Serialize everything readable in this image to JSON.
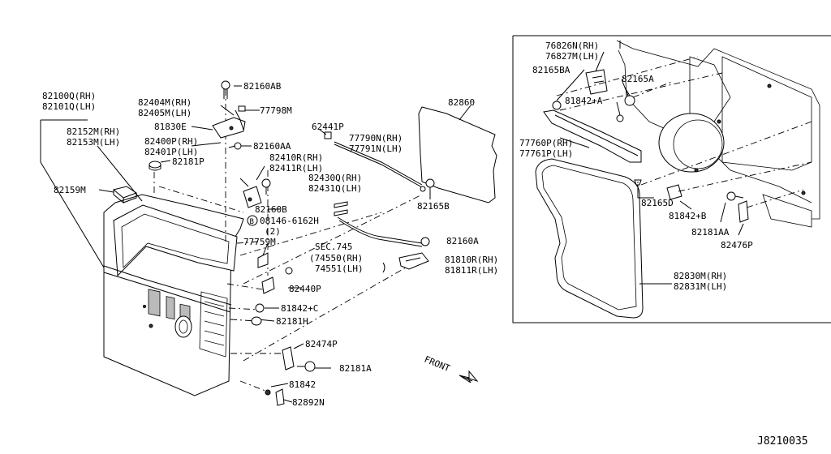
{
  "labels": {
    "p82100Q": "82100Q(RH)",
    "p82101Q": "82101Q(LH)",
    "p82152M": "82152M(RH)",
    "p82153M": "82153M(LH)",
    "p82159M": "82159M",
    "p82404M": "82404M(RH)",
    "p82405M": "82405M(LH)",
    "p81830E": "81830E",
    "p82400P": "82400P(RH)",
    "p82401P": "82401P(LH)",
    "p82181P": "82181P",
    "p82160AB": "82160AB",
    "p77798M": "77798M",
    "p82160AA": "82160AA",
    "p82410R": "82410R(RH)",
    "p82411R": "82411R(LH)",
    "p82160B": "82160B",
    "p08146": "08146-6162H",
    "p08146qty": "(2)",
    "p77759M": "77759M",
    "p62441P": "62441P",
    "p77790N": "77790N(RH)",
    "p77791N": "77791N(LH)",
    "p82860": "82860",
    "p82430Q": "82430Q(RH)",
    "p82431Q": "82431Q(LH)",
    "p82165B": "82165B",
    "sec745": "SEC.745",
    "p74550": "(74550(RH)",
    "p74551": "74551(LH)",
    "p82160A": "82160A",
    "p81810R": "81810R(RH)",
    "p81811R": "81811R(LH)",
    "p82440P": "82440P",
    "p81842C": "81842+C",
    "p82181H": "82181H",
    "p82474P": "82474P",
    "p82181A": "82181A",
    "p81842": "81842",
    "p82892N": "82892N",
    "front": "FRONT",
    "p76826N": "76826N(RH)",
    "p76827M": "76827M(LH)",
    "p82165BA": "82165BA",
    "p82165A": "82165A",
    "p81842A": "81842+A",
    "p77760P": "77760P(RH)",
    "p77761P": "77761P(LH)",
    "p82165D": "82165D",
    "p81842B": "81842+B",
    "p82181AA": "82181AA",
    "p82476P": "82476P",
    "p82830M": "82830M(RH)",
    "p82831M": "82831M(LH)",
    "diagramId": "J8210035"
  }
}
